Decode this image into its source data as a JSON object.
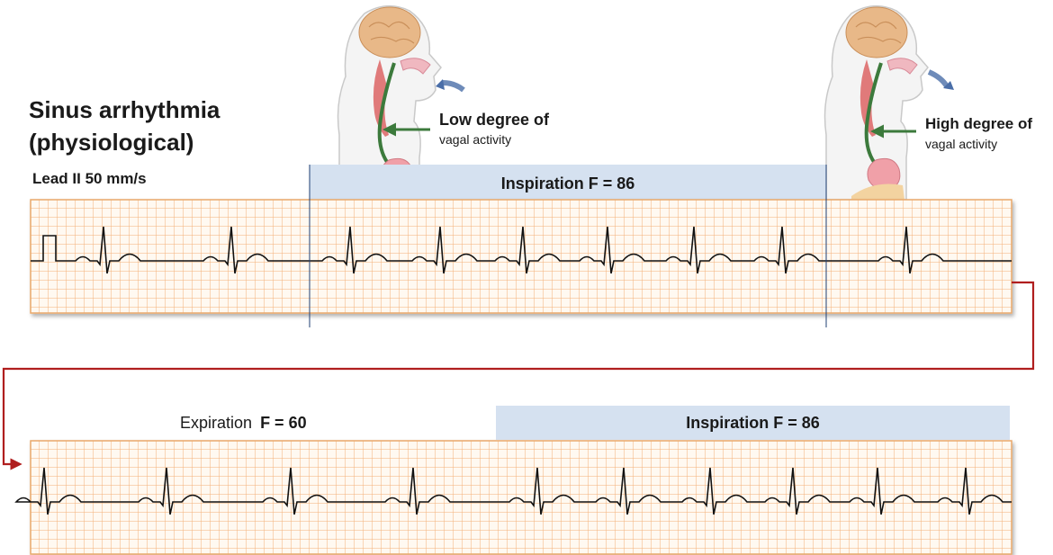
{
  "title": {
    "line1": "Sinus arrhythmia",
    "line2": "(physiological)"
  },
  "lead_label": "Lead II  50 mm/s",
  "strip1": {
    "band_label": "Inspiration  F = 86"
  },
  "strip2": {
    "expiration_text": "Expiration",
    "expiration_rate": "F = 60",
    "band_label": "Inspiration  F = 86"
  },
  "vagal_low": {
    "degree": "Low degree of",
    "activity": "vagal activity"
  },
  "vagal_high": {
    "degree": "High degree of",
    "activity": "vagal activity"
  },
  "colors": {
    "grid_line": "#f3b078",
    "grid_border": "#e9a86b",
    "paper": "#fff9f1",
    "inspiration_band": "#d5e1f0",
    "trace": "#111111",
    "connector": "#b01e1e",
    "nerve": "#3c7a3c",
    "brain": "#e8b888",
    "breath_arrow": "#4a6ea8"
  },
  "icons": [
    "head-inhalation-illustration",
    "head-exhalation-illustration",
    "green-arrow-icon",
    "blue-air-arrow-icon"
  ]
}
